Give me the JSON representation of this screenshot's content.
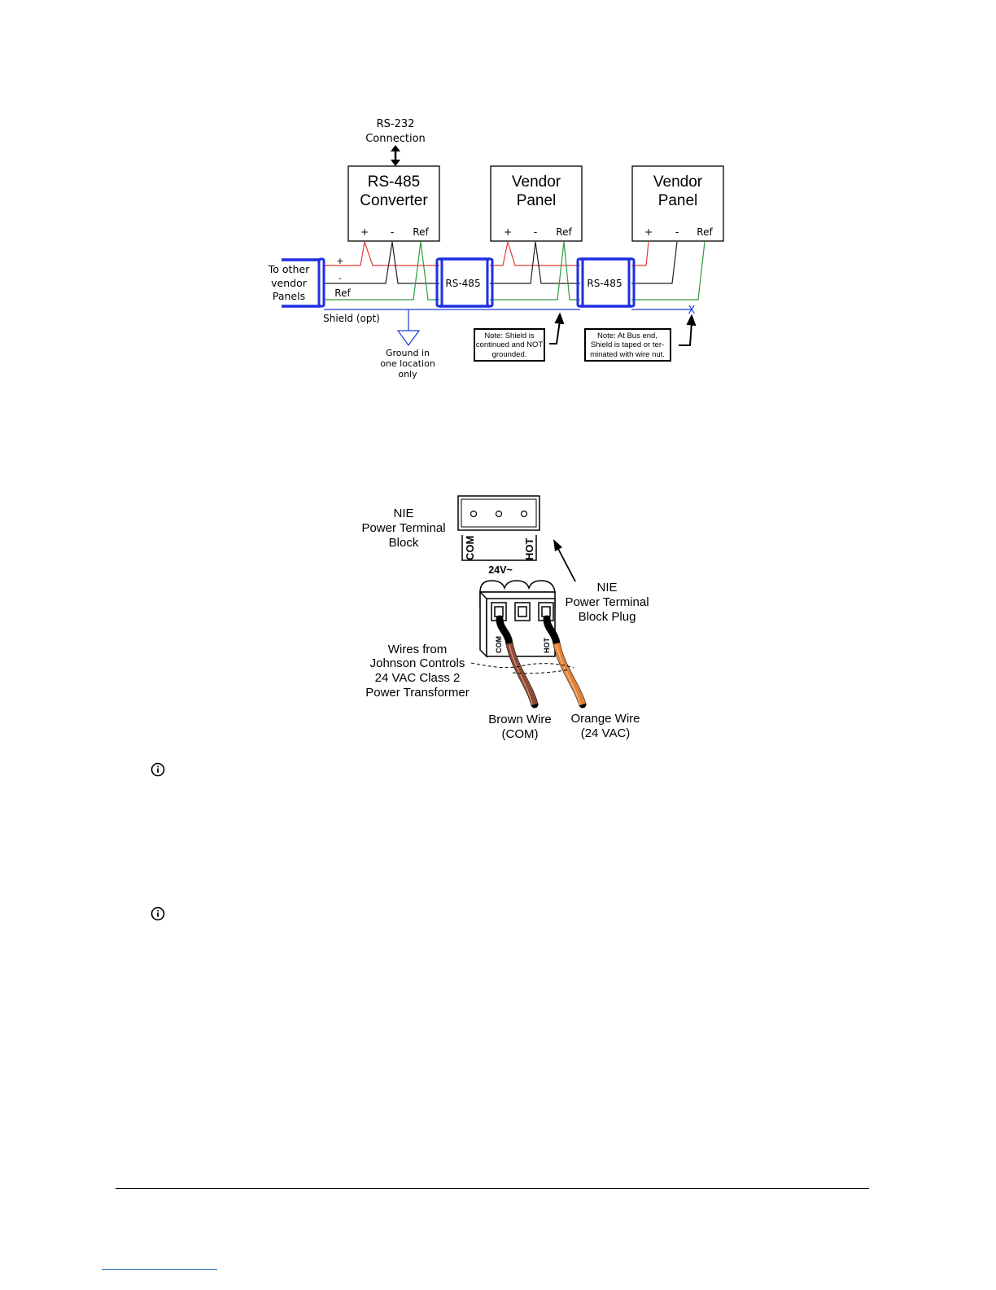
{
  "diagram1": {
    "rs232_label_1": "RS-232",
    "rs232_label_2": "Connection",
    "converter_title_1": "RS-485",
    "converter_title_2": "Converter",
    "panel1_title_1": "Vendor",
    "panel1_title_2": "Panel",
    "panel2_title_1": "Vendor",
    "panel2_title_2": "Panel",
    "terminal_plus": "+",
    "terminal_minus": "-",
    "terminal_ref": "Ref",
    "to_other_1": "To other",
    "to_other_2": "vendor",
    "to_other_3": "Panels",
    "wire_plus": "+",
    "wire_minus": "-",
    "wire_ref": "Ref",
    "cable1_label": "RS-485",
    "cable2_label": "RS-485",
    "shield_label": "Shield (opt)",
    "ground_1": "Ground in",
    "ground_2": "one location",
    "ground_3": "only",
    "note1_1": "Note: Shield is",
    "note1_2": "continued and NOT",
    "note1_3": "grounded.",
    "note2_1": "Note: At Bus end,",
    "note2_2": "Shield is taped or ter-",
    "note2_3": "minated with wire nut.",
    "shield_end_mark": "X",
    "colors": {
      "plus": "#e53935",
      "minus": "#222222",
      "ref": "#2e9b3a",
      "shield": "#1f3bd6",
      "cable": "#1f2fe0"
    }
  },
  "diagram2": {
    "block_label_1": "NIE",
    "block_label_2": "Power Terminal",
    "block_label_3": "Block",
    "com_label": "COM",
    "hot_label": "HOT",
    "voltage_label": "24V~",
    "plug_label_1": "NIE",
    "plug_label_2": "Power Terminal",
    "plug_label_3": "Block Plug",
    "plug_com": "COM",
    "plug_hot": "HOT",
    "wires_1": "Wires from",
    "wires_2": "Johnson Controls",
    "wires_3": "24 VAC Class 2",
    "wires_4": "Power Transformer",
    "brown_1": "Brown Wire",
    "brown_2": "(COM)",
    "orange_1": "Orange Wire",
    "orange_2": "(24 VAC)",
    "colors": {
      "brown": "#8b4a36",
      "orange": "#e0813a"
    }
  }
}
